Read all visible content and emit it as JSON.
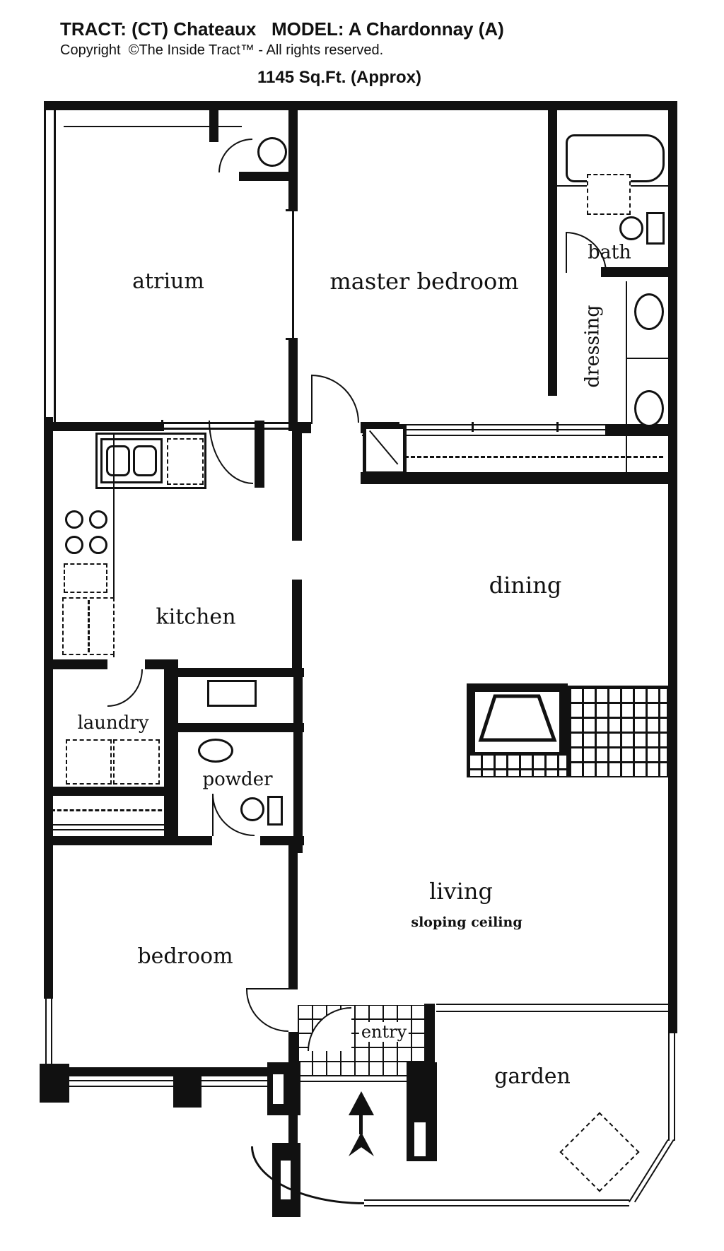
{
  "header": {
    "title": "TRACT: (CT) Chateaux   MODEL: A Chardonnay (A)",
    "copyright": "Copyright  ©The Inside Tract™ - All rights reserved.",
    "area": "1145 Sq.Ft. (Approx)"
  },
  "rooms": {
    "atrium": "atrium",
    "master_bedroom": "master bedroom",
    "bath": "bath",
    "dressing": "dressing",
    "kitchen": "kitchen",
    "laundry": "laundry",
    "powder": "powder",
    "dining": "dining",
    "living": "living",
    "living_note": "sloping ceiling",
    "bedroom": "bedroom",
    "entry": "entry",
    "garden": "garden"
  },
  "colors": {
    "ink": "#111111",
    "paper": "#ffffff"
  }
}
